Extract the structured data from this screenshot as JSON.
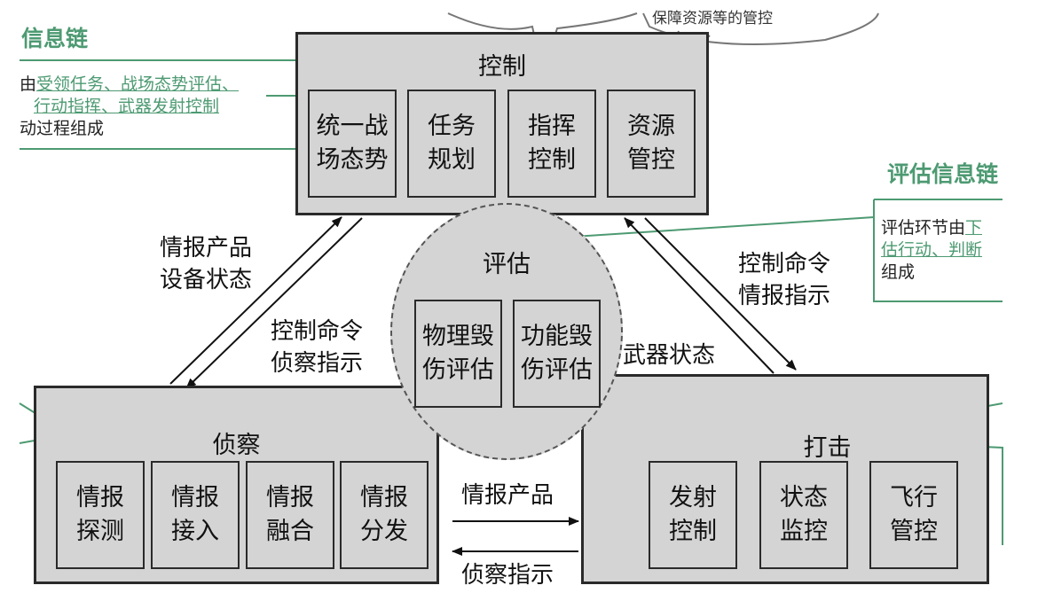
{
  "colors": {
    "panel_fill": "#d4d4d4",
    "border": "#2a2a2a",
    "annotation_green": "#4d9a72"
  },
  "headings": {
    "left": "信息链",
    "right": "评估信息链"
  },
  "top_callouts": {
    "right_text": "保障资源等的管控"
  },
  "left_note": {
    "line1_prefix": "由",
    "line1_green": "受领任务、战场态势评估、",
    "line2_green": "行动指挥、武器发射控制",
    "line3": "动过程组成"
  },
  "right_note": {
    "line1_prefix": "评估环节由",
    "line1_green": "下",
    "line2_green": "估行动、判断",
    "line3": "组成"
  },
  "control": {
    "title": "控制",
    "modules": [
      "统一战\n场态势",
      "任务\n规划",
      "指挥\n控制",
      "资源\n管控"
    ]
  },
  "assessment": {
    "title": "评估",
    "modules": [
      "物理毁\n伤评估",
      "功能毁\n伤评估"
    ]
  },
  "recon": {
    "title": "侦察",
    "modules": [
      "情报\n探测",
      "情报\n接入",
      "情报\n融合",
      "情报\n分发"
    ]
  },
  "strike": {
    "title": "打击",
    "modules": [
      "发射\n控制",
      "状态\n监控",
      "飞行\n管控"
    ]
  },
  "flows": {
    "recon_to_control": "情报产品\n设备状态",
    "control_to_recon": "控制命令\n侦察指示",
    "control_to_strike": "控制命令\n情报指示",
    "strike_to_control": "武器状态",
    "recon_to_strike": "情报产品",
    "strike_to_recon": "侦察指示"
  }
}
